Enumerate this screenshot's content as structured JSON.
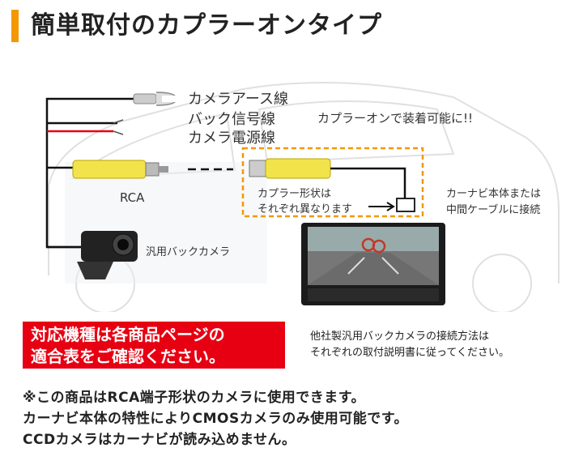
{
  "header": {
    "title": "簡単取付のカプラーオンタイプ",
    "accent_color": "#f39800"
  },
  "diagram": {
    "label_ground": "カメラアース線",
    "label_back_signal": "バック信号線",
    "label_camera_power": "カメラ電源線",
    "label_coupler_on": "カプラーオンで装着可能に!!",
    "label_rca": "RCA",
    "label_coupler_shape_1": "カプラー形状は",
    "label_coupler_shape_2": "それぞれ異なります",
    "label_navi_1": "カーナビ本体または",
    "label_navi_2": "中間ケーブルに接続",
    "label_camera": "汎用バックカメラ",
    "icons": [
      "car-silhouette",
      "fork-terminal-icon",
      "rca-plug-icon",
      "rca-jack-icon",
      "coupler-icon",
      "back-camera-icon",
      "car-navi-icon"
    ]
  },
  "notice": {
    "line1": "対応機種は各商品ページの",
    "line2": "適合表をご確認ください。",
    "color": "#e60012"
  },
  "other_camera": {
    "line1": "他社製汎用バックカメラの接続方法は",
    "line2": "それぞれの取付説明書に従ってください。"
  },
  "footer": {
    "line1": "※この商品はRCA端子形状のカメラに使用できます。",
    "line2": "カーナビ本体の特性によりCMOSカメラのみ使用可能です。",
    "line3": "CCDカメラはカーナビが読み込めません。"
  }
}
